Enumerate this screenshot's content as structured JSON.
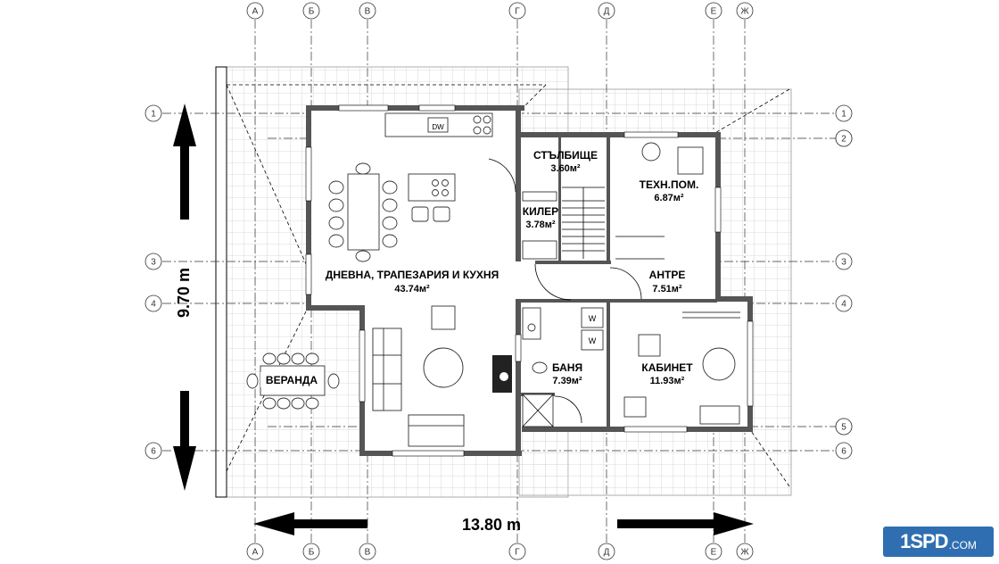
{
  "rooms": [
    {
      "id": "living",
      "name": "ДНЕВНА, ТРАПЕЗАРИЯ И КУХНЯ",
      "area": "43.74м²"
    },
    {
      "id": "stairs",
      "name": "СТЪЛБИЩЕ",
      "area": "3.60м²"
    },
    {
      "id": "pantry",
      "name": "КИЛЕР",
      "area": "3.78м²"
    },
    {
      "id": "tech",
      "name": "ТЕХН.ПОМ.",
      "area": "6.87м²"
    },
    {
      "id": "hall",
      "name": "АНТРЕ",
      "area": "7.51м²"
    },
    {
      "id": "bath",
      "name": "БАНЯ",
      "area": "7.39м²"
    },
    {
      "id": "study",
      "name": "КАБИНЕТ",
      "area": "11.93м²"
    },
    {
      "id": "veranda",
      "name": "ВЕРАНДА",
      "area": ""
    }
  ],
  "dimensions": {
    "width": "13.80 m",
    "height": "9.70 m"
  },
  "axes": {
    "vertical": [
      "А",
      "Б",
      "В",
      "Г",
      "Д",
      "Е",
      "Ж"
    ],
    "horizontal": [
      "1",
      "2",
      "3",
      "4",
      "5",
      "6"
    ]
  },
  "appliances": {
    "dishwasher": "DW",
    "washer": "W",
    "dryer": "W"
  },
  "logo": {
    "main": "1SPD",
    "suffix": ".COM"
  }
}
